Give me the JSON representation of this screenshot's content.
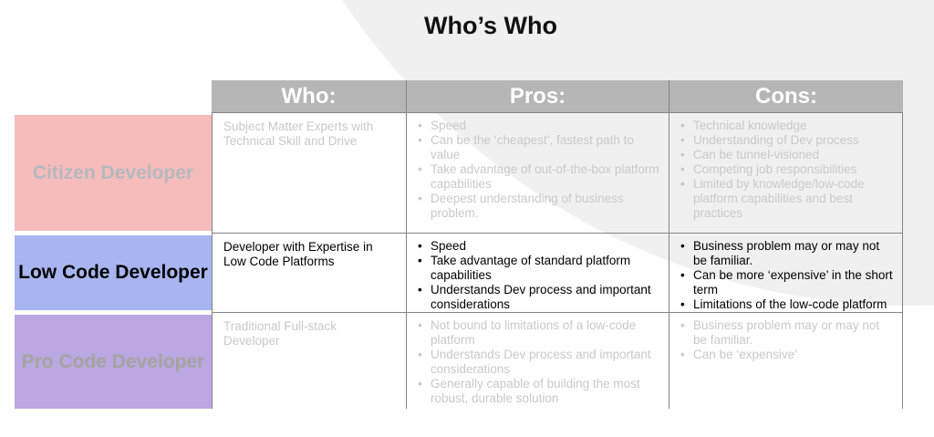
{
  "title": "Who’s Who",
  "table": {
    "columns": [
      "Who:",
      "Pros:",
      "Cons:"
    ],
    "rows": [
      {
        "label": "Citizen Developer",
        "emphasis": "faded",
        "who": "Subject Matter Experts with Technical Skill and Drive",
        "pros": [
          "Speed",
          "Can be the ‘cheapest’, fastest path to value",
          "Take advantage of out-of-the-box platform capabilities",
          "Deepest understanding of business problem."
        ],
        "cons": [
          "Technical knowledge",
          "Understanding of Dev process",
          "Can be tunnel-visioned",
          "Competing job responsibilities",
          "Limited by knowledge/low-code platform capabilities and best practices"
        ]
      },
      {
        "label": "Low Code Developer",
        "emphasis": "highlighted",
        "who": "Developer with Expertise in Low Code Platforms",
        "pros": [
          "Speed",
          "Take advantage of standard platform capabilities",
          "Understands Dev process and important considerations"
        ],
        "cons": [
          "Business problem may or may not be familiar.",
          "Can be more ‘expensive’ in the short term",
          "Limitations of the low-code platform"
        ]
      },
      {
        "label": "Pro Code Developer",
        "emphasis": "faded",
        "who": "Traditional Full-stack Developer",
        "pros": [
          "Not bound to limitations of a low-code platform",
          "Understands Dev process and important considerations",
          "Generally capable of building the most robust, durable solution"
        ],
        "cons": [
          "Business problem may or may not be familiar.",
          "Can be ‘expensive’"
        ]
      }
    ]
  },
  "colors": {
    "header-bg": "#b6b6b6",
    "header-text": "#ffffff",
    "citizen-bg": "#f5bcbb",
    "citizen-text": "#b5b8bf",
    "lowcode-bg": "#a8b5f0",
    "lowcode-text": "#000000",
    "procode-bg": "#bba7e2",
    "procode-text": "#a5a49f",
    "faded-text": "#c9c9c9",
    "active-text": "#000000",
    "border": "#848484",
    "blob": "#f0f0f1"
  }
}
